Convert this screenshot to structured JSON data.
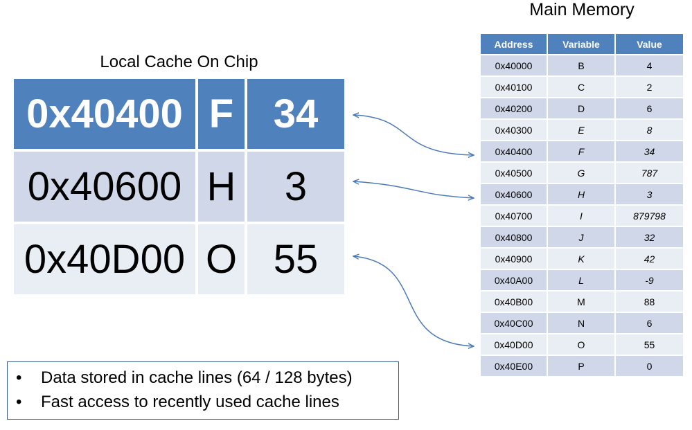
{
  "cache": {
    "title": "Local Cache On Chip",
    "rows": [
      {
        "address": "0x40400",
        "variable": "F",
        "value": "34"
      },
      {
        "address": "0x40600",
        "variable": "H",
        "value": "3"
      },
      {
        "address": "0x40D00",
        "variable": "O",
        "value": "55"
      }
    ]
  },
  "memory": {
    "title": "Main Memory",
    "headers": {
      "address": "Address",
      "variable": "Variable",
      "value": "Value"
    },
    "rows": [
      {
        "address": "0x40000",
        "variable": "B",
        "value": "4"
      },
      {
        "address": "0x40100",
        "variable": "C",
        "value": "2"
      },
      {
        "address": "0x40200",
        "variable": "D",
        "value": "6"
      },
      {
        "address": "0x40300",
        "variable": "E",
        "value": "8"
      },
      {
        "address": "0x40400",
        "variable": "F",
        "value": "34"
      },
      {
        "address": "0x40500",
        "variable": "G",
        "value": "787"
      },
      {
        "address": "0x40600",
        "variable": "H",
        "value": "3"
      },
      {
        "address": "0x40700",
        "variable": "I",
        "value": "879798"
      },
      {
        "address": "0x40800",
        "variable": "J",
        "value": "32"
      },
      {
        "address": "0x40900",
        "variable": "K",
        "value": "42"
      },
      {
        "address": "0x40A00",
        "variable": "L",
        "value": "-9"
      },
      {
        "address": "0x40B00",
        "variable": "M",
        "value": "88"
      },
      {
        "address": "0x40C00",
        "variable": "N",
        "value": "6"
      },
      {
        "address": "0x40D00",
        "variable": "O",
        "value": "55"
      },
      {
        "address": "0x40E00",
        "variable": "P",
        "value": "0"
      }
    ]
  },
  "notes": {
    "bullet": "•",
    "items": [
      "Data stored in cache lines (64 / 128 bytes)",
      "Fast access to recently used cache lines"
    ]
  },
  "colors": {
    "header": "#4f81bd",
    "row_dark": "#cfd7e8",
    "row_light": "#e9edf4",
    "arrow": "#4a7ab8"
  }
}
